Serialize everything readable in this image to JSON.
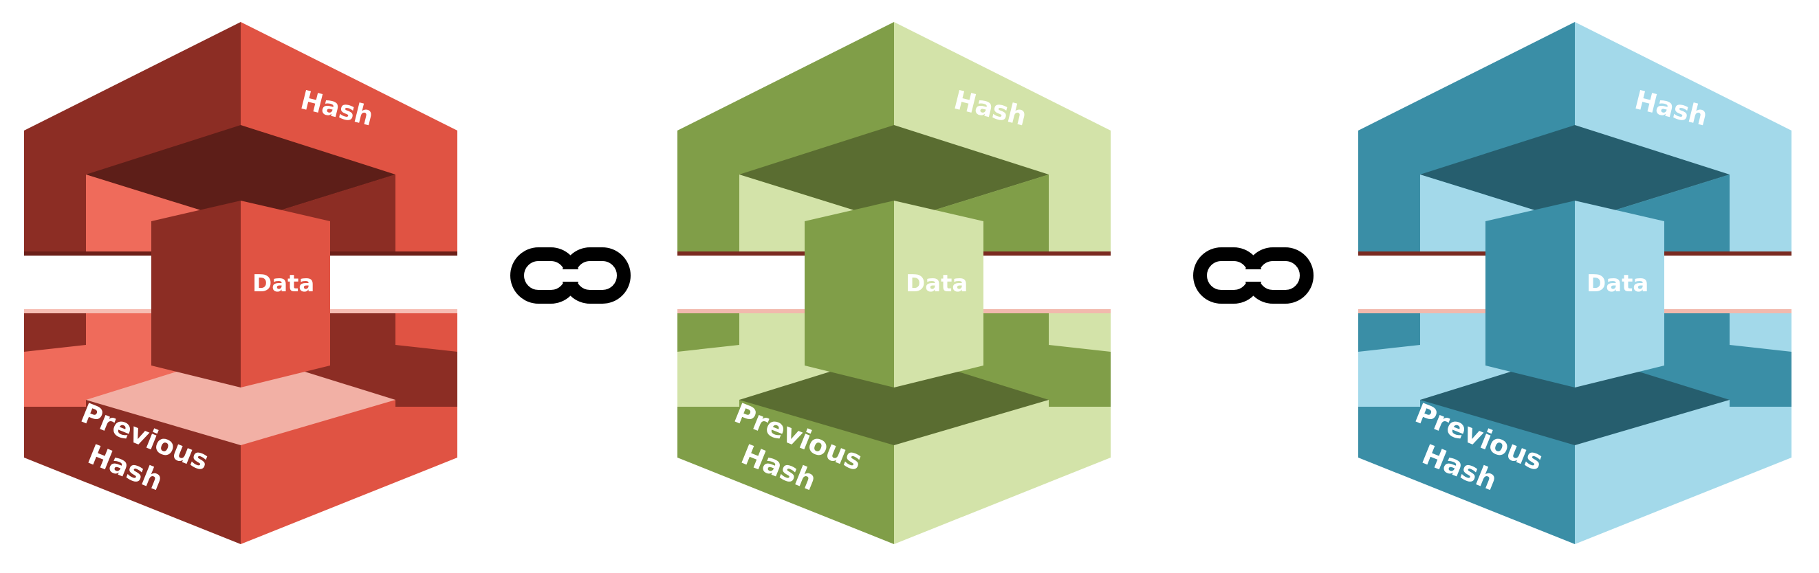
{
  "blocks": [
    {
      "hash_label": "Hash",
      "data_label": "Data",
      "previous_hash_line1": "Previous",
      "previous_hash_line2": "Hash",
      "colors": {
        "light": "#e05343",
        "dark": "#8c2d24",
        "darker": "#5d1e18",
        "light_inner": "#ef6b5b",
        "pale_floor": "#f2b0a5",
        "sliver": "#f7bdb3",
        "gap_dark": "#6b1f18"
      }
    },
    {
      "hash_label": "Hash",
      "data_label": "Data",
      "previous_hash_line1": "Previous",
      "previous_hash_line2": "Hash",
      "colors": {
        "light": "#d3e3a9",
        "dark": "#809e48",
        "darker": "#5a6d31",
        "light_inner": "#d3e3a9",
        "pale_floor": "#5a6d31",
        "sliver": "#f2b9ad",
        "gap_dark": "#7a2a20"
      }
    },
    {
      "hash_label": "Hash",
      "data_label": "Data",
      "previous_hash_line1": "Previous",
      "previous_hash_line2": "Hash",
      "colors": {
        "light": "#a3d9ea",
        "dark": "#3a8ea6",
        "darker": "#265e6e",
        "light_inner": "#a3d9ea",
        "pale_floor": "#265e6e",
        "sliver": "#f2b9ad",
        "gap_dark": "#7a2a20"
      }
    }
  ],
  "links": [
    {
      "icon": "chain-link-icon"
    },
    {
      "icon": "chain-link-icon"
    }
  ]
}
